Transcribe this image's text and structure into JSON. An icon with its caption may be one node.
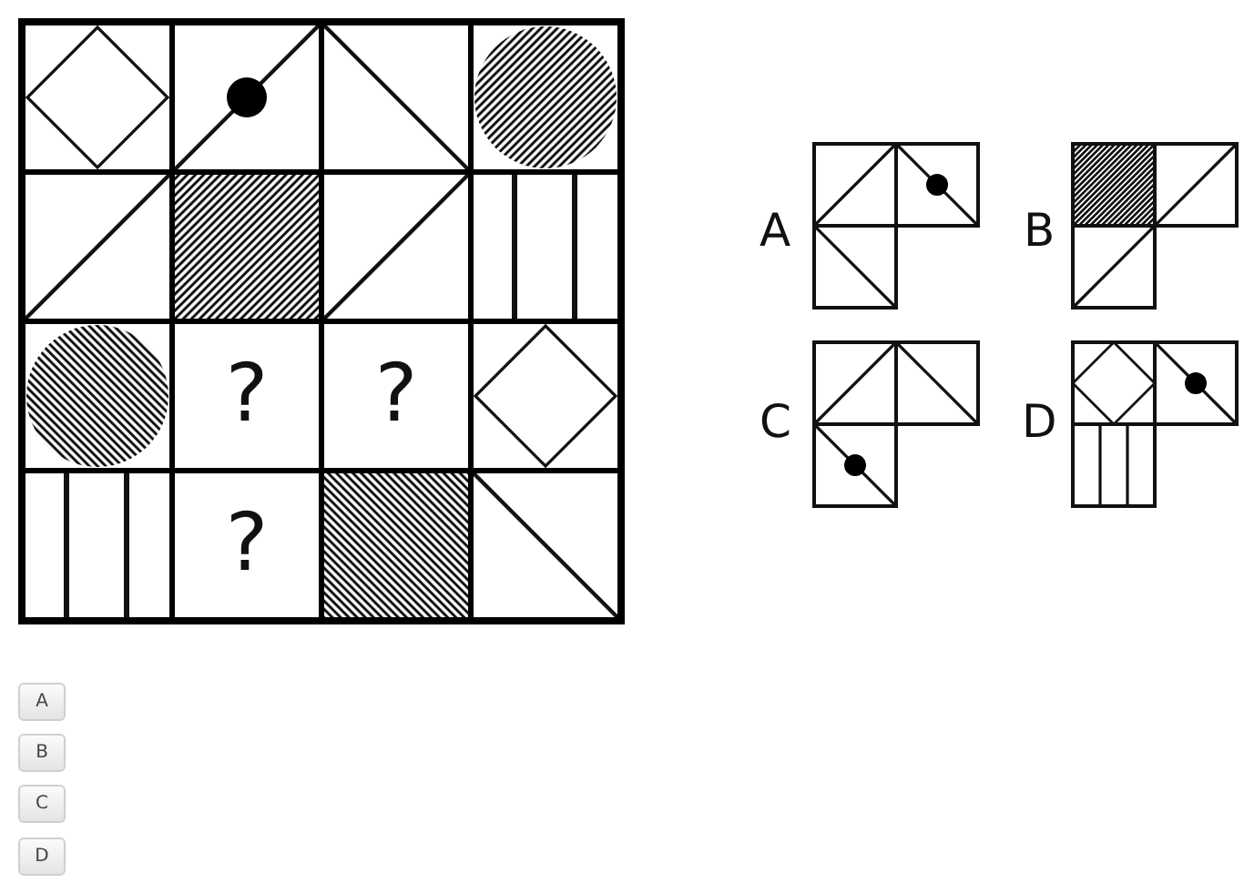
{
  "diagram": {
    "nodes": [
      {
        "text": [],
        "shape": "box"
      },
      {
        "text": [],
        "shape": "box"
      },
      {
        "text": [],
        "shape": "box"
      },
      {
        "text": [],
        "shape": "box"
      },
      {
        "text": [],
        "shape": "box"
      },
      {
        "text": [],
        "shape": "box"
      },
      {
        "text": [],
        "shape": "box"
      },
      {
        "text": [],
        "shape": "box"
      },
      {
        "text": [],
        "shape": "box"
      },
      {
        "text": [
          "?"
        ]
      },
      {
        "text": [
          "?"
        ]
      },
      {
        "text": [],
        "shape": "box"
      },
      {
        "text": [],
        "shape": "box"
      },
      {
        "text": [
          "?"
        ]
      },
      {
        "text": [],
        "shape": "box"
      },
      {
        "text": [],
        "shape": "box"
      },
      {
        "text": [],
        "shape": "picture",
        "beside": [
          "A"
        ]
      },
      {
        "text": [],
        "shape": "picture",
        "beside": [
          "B"
        ]
      },
      {
        "text": [],
        "shape": "picture",
        "beside": [
          "C"
        ]
      },
      {
        "text": [],
        "shape": "picture",
        "beside": [
          "D"
        ]
      },
      {
        "text": [
          "A"
        ]
      },
      {
        "text": [
          "B"
        ]
      },
      {
        "text": [
          "C"
        ]
      },
      {
        "text": [
          "D"
        ]
      }
    ]
  }
}
